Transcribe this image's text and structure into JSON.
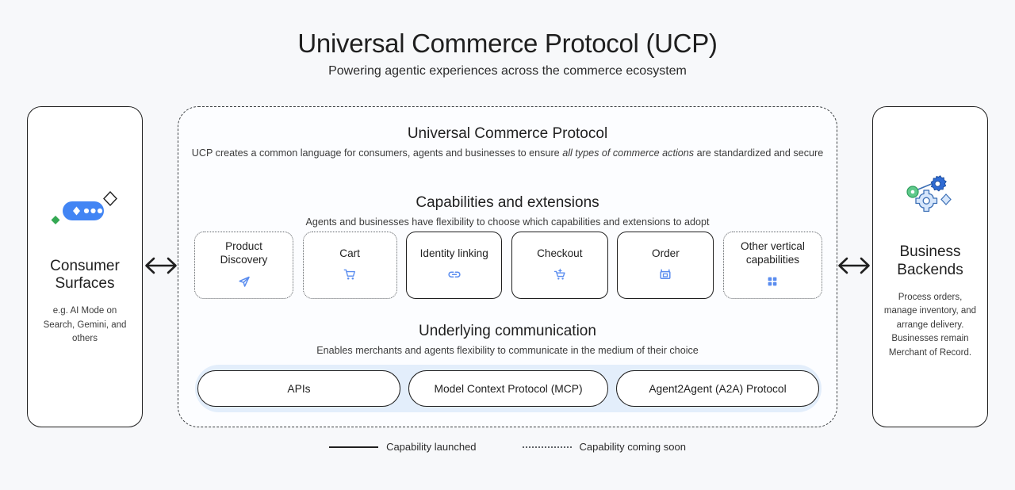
{
  "header": {
    "title": "Universal Commerce Protocol (UCP)",
    "subtitle": "Powering agentic experiences across the commerce ecosystem"
  },
  "left_panel": {
    "icon": "ai-chat-pill-sparkle-icon",
    "title": "Consumer Surfaces",
    "description": "e.g. AI Mode on Search, Gemini, and others"
  },
  "right_panel": {
    "icon": "gears-settings-icon",
    "title": "Business Backends",
    "description": "Process orders, manage inventory, and arrange delivery. Businesses remain Merchant of Record."
  },
  "connectors": {
    "left_arrow": "bidirectional-arrow-icon",
    "right_arrow": "bidirectional-arrow-icon"
  },
  "protocol": {
    "title": "Universal Commerce Protocol",
    "description_pre": "UCP creates a common language for consumers, agents and businesses to ensure ",
    "description_em": "all types of commerce actions",
    "description_post": " are standardized and secure"
  },
  "capabilities": {
    "title": "Capabilities and extensions",
    "subtitle": "Agents and businesses have flexibility to choose which capabilities and extensions to adopt",
    "cards": [
      {
        "label": "Product Discovery",
        "status": "coming-soon",
        "icon": "send-paper-plane-icon"
      },
      {
        "label": "Cart",
        "status": "coming-soon",
        "icon": "shopping-cart-icon"
      },
      {
        "label": "Identity linking",
        "status": "launched",
        "icon": "link-chain-icon"
      },
      {
        "label": "Checkout",
        "status": "launched",
        "icon": "cart-sparkle-icon"
      },
      {
        "label": "Order",
        "status": "launched",
        "icon": "package-box-icon"
      },
      {
        "label": "Other vertical capabilities",
        "status": "coming-soon",
        "icon": "grid-dots-icon"
      }
    ]
  },
  "communication": {
    "title": "Underlying communication",
    "subtitle": "Enables merchants and agents flexibility to communicate in the medium of their choice",
    "pills": [
      {
        "label": "APIs"
      },
      {
        "label": "Model Context Protocol (MCP)"
      },
      {
        "label": "Agent2Agent (A2A) Protocol"
      }
    ]
  },
  "legend": [
    {
      "style": "solid",
      "label": "Capability launched"
    },
    {
      "style": "dotted",
      "label": "Capability coming soon"
    }
  ],
  "colors": {
    "background": "#f7f8fa",
    "accent_blue": "#4285f4",
    "accent_green": "#34a853",
    "icon_blue": "#5b8def",
    "tray_blue": "#e3eefb",
    "text": "#1f1f1f"
  }
}
